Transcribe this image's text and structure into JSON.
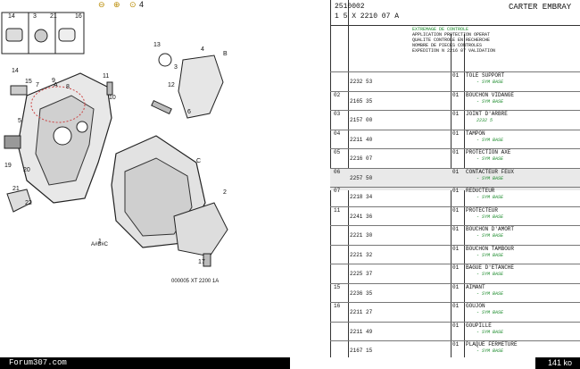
{
  "toolbar": {
    "icons": [
      "zoom-out-icon",
      "zoom-in-icon",
      "zoom-page-icon"
    ],
    "page_label": "4"
  },
  "diagram": {
    "inset_labels": [
      "14",
      "3",
      "21",
      "16"
    ],
    "part_labels": [
      "14",
      "15",
      "13",
      "12",
      "11",
      "10",
      "9",
      "8",
      "7",
      "6",
      "5",
      "4",
      "3",
      "2",
      "1",
      "B",
      "C",
      "A",
      "19",
      "20",
      "21",
      "22",
      "17"
    ],
    "caption_a": "A#B#C",
    "caption_ref": "000005 XT 2200 1A"
  },
  "catalog": {
    "header_code": "2510002",
    "header_sub": "1 5 X 2210 07 A",
    "header_title": "CARTER EMBRAY",
    "intro_lines": [
      "EXTREMAGE DE CONTROLE",
      "APPLICATION PROTECTION OPERAT",
      "QUALITE CONTROLE EN RECHERCHE",
      "NOMBRE DE PIECES CONTROLES",
      "EXPEDITION N 2216 07 VALIDATION"
    ],
    "rows": [
      {
        "num": "",
        "ref": "2232 53",
        "qty": "01",
        "desc": "TOLE SUPPORT",
        "note": "- SYM BASE"
      },
      {
        "num": "02",
        "ref": "2165 35",
        "qty": "01",
        "desc": "BOUCHON VIDANGE",
        "note": "- SYM BASE"
      },
      {
        "num": "03",
        "ref": "2157 00",
        "qty": "01",
        "desc": "JOINT D'ARBRE",
        "note": "2232 5"
      },
      {
        "num": "04",
        "ref": "2211 40",
        "qty": "01",
        "desc": "TAMPON",
        "note": "- SYM BASE"
      },
      {
        "num": "05",
        "ref": "2216 07",
        "qty": "01",
        "desc": "PROTECTION AXE",
        "note": "- SYM BASE"
      },
      {
        "num": "06",
        "ref": "2257 50",
        "qty": "01",
        "desc": "CONTACTEUR FEUX",
        "note": "- SYM BASE"
      },
      {
        "num": "07",
        "ref": "2218 34",
        "qty": "01",
        "desc": "REDUCTEUR",
        "note": "- SYM BASE"
      },
      {
        "num": "11",
        "ref": "2241 36",
        "qty": "01",
        "desc": "PROTECTEUR",
        "note": "- SYM BASE"
      },
      {
        "num": "",
        "ref": "2221 30",
        "qty": "01",
        "desc": "BOUCHON D'AMORT",
        "note": "- SYM BASE"
      },
      {
        "num": "",
        "ref": "2221 32",
        "qty": "01",
        "desc": "BOUCHON TAMBOUR",
        "note": "- SYM BASE"
      },
      {
        "num": "",
        "ref": "2225 37",
        "qty": "01",
        "desc": "BAGUE D'ETANCHE",
        "note": "- SYM BASE"
      },
      {
        "num": "15",
        "ref": "2236 35",
        "qty": "01",
        "desc": "AIMANT",
        "note": "- SYM BASE"
      },
      {
        "num": "16",
        "ref": "2211 27",
        "qty": "01",
        "desc": "GOUJON",
        "note": "- SYM BASE"
      },
      {
        "num": "",
        "ref": "2211 49",
        "qty": "01",
        "desc": "GOUPILLE",
        "note": "- SYM BASE"
      },
      {
        "num": "",
        "ref": "2167 15",
        "qty": "01",
        "desc": "PLAQUE FERMETURE",
        "note": "- SYM BASE"
      }
    ]
  },
  "footer": {
    "site": "Forum307.com",
    "size": "141 ko"
  }
}
